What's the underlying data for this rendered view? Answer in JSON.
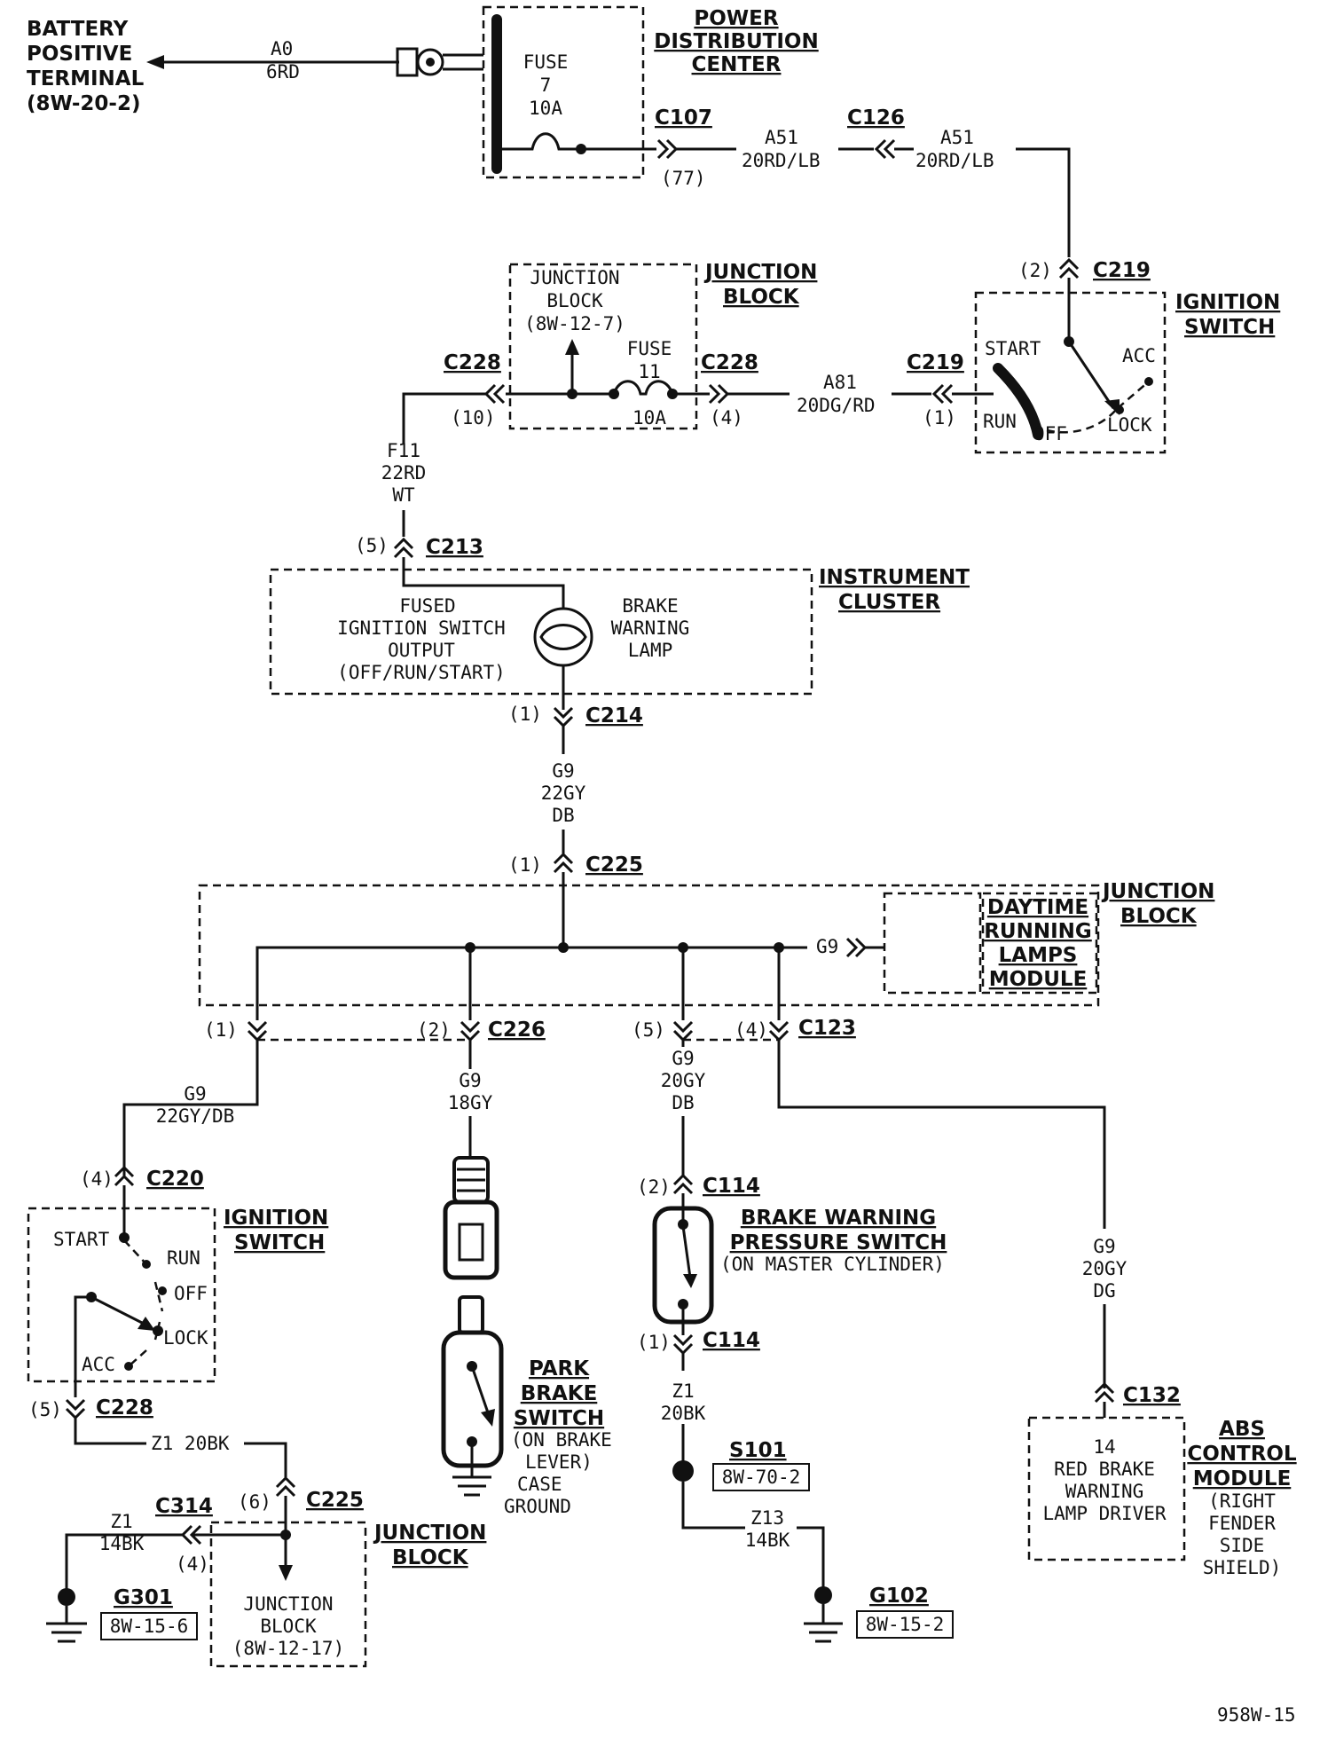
{
  "battery": {
    "lines": [
      "BATTERY",
      "POSITIVE",
      "TERMINAL",
      "(8W-20-2)"
    ],
    "wire_id": "A0",
    "wire_color": "6RD"
  },
  "pdc": {
    "title_lines": [
      "POWER",
      "DISTRIBUTION",
      "CENTER"
    ],
    "fuse_lines": [
      "FUSE",
      "7",
      "10A"
    ]
  },
  "c107": {
    "name": "C107",
    "pin": "(77)"
  },
  "wire_a51_left": {
    "id": "A51",
    "color": "20RD/LB"
  },
  "c126": {
    "name": "C126"
  },
  "wire_a51_right": {
    "id": "A51",
    "color": "20RD/LB"
  },
  "c219_top": {
    "pin": "(2)",
    "name": "C219"
  },
  "ignition_top": {
    "title_lines": [
      "IGNITION",
      "SWITCH"
    ],
    "start": "START",
    "run": "RUN",
    "off": "OFF",
    "lock": "LOCK",
    "acc": "ACC"
  },
  "junction_block_top": {
    "inner_lines": [
      "JUNCTION",
      "BLOCK",
      "(8W-12-7)"
    ],
    "title_lines": [
      "JUNCTION",
      "BLOCK"
    ],
    "fuse_lines": [
      "FUSE",
      "11",
      "10A"
    ]
  },
  "c228_left": {
    "name": "C228",
    "pin": "(10)"
  },
  "c228_right": {
    "name": "C228",
    "pin": "(4)"
  },
  "wire_a81": {
    "id": "A81",
    "color": "20DG/RD"
  },
  "c219_mid": {
    "name": "C219",
    "pin": "(1)"
  },
  "wire_f11": {
    "lines": [
      "F11",
      "22RD",
      "WT"
    ]
  },
  "c213": {
    "pin": "(5)",
    "name": "C213"
  },
  "instrument_cluster": {
    "title_lines": [
      "INSTRUMENT",
      "CLUSTER"
    ],
    "output_lines": [
      "FUSED",
      "IGNITION SWITCH",
      "OUTPUT",
      "(OFF/RUN/START)"
    ],
    "lamp_lines": [
      "BRAKE",
      "WARNING",
      "LAMP"
    ]
  },
  "c214": {
    "pin": "(1)",
    "name": "C214"
  },
  "wire_g9_a": {
    "lines": [
      "G9",
      "22GY",
      "DB"
    ]
  },
  "c225_top": {
    "pin": "(1)",
    "name": "C225"
  },
  "junction_block_mid": {
    "title_lines": [
      "JUNCTION",
      "BLOCK"
    ],
    "drl_lines": [
      "DAYTIME",
      "RUNNING",
      "LAMPS",
      "MODULE"
    ],
    "g9_label": "G9"
  },
  "c226": {
    "pin1": "(1)",
    "pin2": "(2)",
    "name": "C226"
  },
  "c123": {
    "pin5": "(5)",
    "pin4": "(4)",
    "name": "C123"
  },
  "wire_g9_b": {
    "lines": [
      "G9",
      "22GY/DB"
    ]
  },
  "wire_g9_c": {
    "lines": [
      "G9",
      "18GY"
    ]
  },
  "wire_g9_d": {
    "lines": [
      "G9",
      "20GY",
      "DB"
    ]
  },
  "wire_g9_e": {
    "lines": [
      "G9",
      "20GY",
      "DG"
    ]
  },
  "c220": {
    "pin": "(4)",
    "name": "C220"
  },
  "ignition_bottom": {
    "title_lines": [
      "IGNITION",
      "SWITCH"
    ],
    "start": "START",
    "run": "RUN",
    "off": "OFF",
    "lock": "LOCK",
    "acc": "ACC"
  },
  "c228_bottom": {
    "pin": "(5)",
    "name": "C228"
  },
  "wire_z1_20bk": {
    "text": "Z1 20BK"
  },
  "c225_bottom": {
    "pin": "(6)",
    "name": "C225"
  },
  "c314": {
    "name": "C314",
    "pin": "(4)"
  },
  "wire_z1_14bk": {
    "lines": [
      "Z1",
      "14BK"
    ]
  },
  "g301": {
    "name": "G301",
    "ref": "8W-15-6"
  },
  "junction_block_bottom": {
    "inner_lines": [
      "JUNCTION",
      "BLOCK",
      "(8W-12-17)"
    ],
    "title_lines": [
      "JUNCTION",
      "BLOCK"
    ]
  },
  "park_brake": {
    "title_lines": [
      "PARK",
      "BRAKE",
      "SWITCH"
    ],
    "note_lines": [
      "(ON BRAKE",
      "LEVER)",
      "CASE",
      "GROUND"
    ]
  },
  "c114_top": {
    "pin": "(2)",
    "name": "C114"
  },
  "brake_pressure": {
    "title_lines": [
      "BRAKE WARNING",
      "PRESSURE SWITCH"
    ],
    "note": "(ON MASTER CYLINDER)"
  },
  "c114_bottom": {
    "pin": "(1)",
    "name": "C114"
  },
  "wire_z1_20bk_b": {
    "lines": [
      "Z1",
      "20BK"
    ]
  },
  "s101": {
    "name": "S101",
    "ref": "8W-70-2"
  },
  "wire_z13": {
    "lines": [
      "Z13",
      "14BK"
    ]
  },
  "g102": {
    "name": "G102",
    "ref": "8W-15-2"
  },
  "c132": {
    "name": "C132"
  },
  "abs_module": {
    "inner_lines": [
      "14",
      "RED BRAKE",
      "WARNING",
      "LAMP DRIVER"
    ],
    "title_lines": [
      "ABS",
      "CONTROL",
      "MODULE"
    ],
    "note_lines": [
      "(RIGHT",
      "FENDER",
      "SIDE",
      "SHIELD)"
    ]
  },
  "figure_id": "958W-15"
}
